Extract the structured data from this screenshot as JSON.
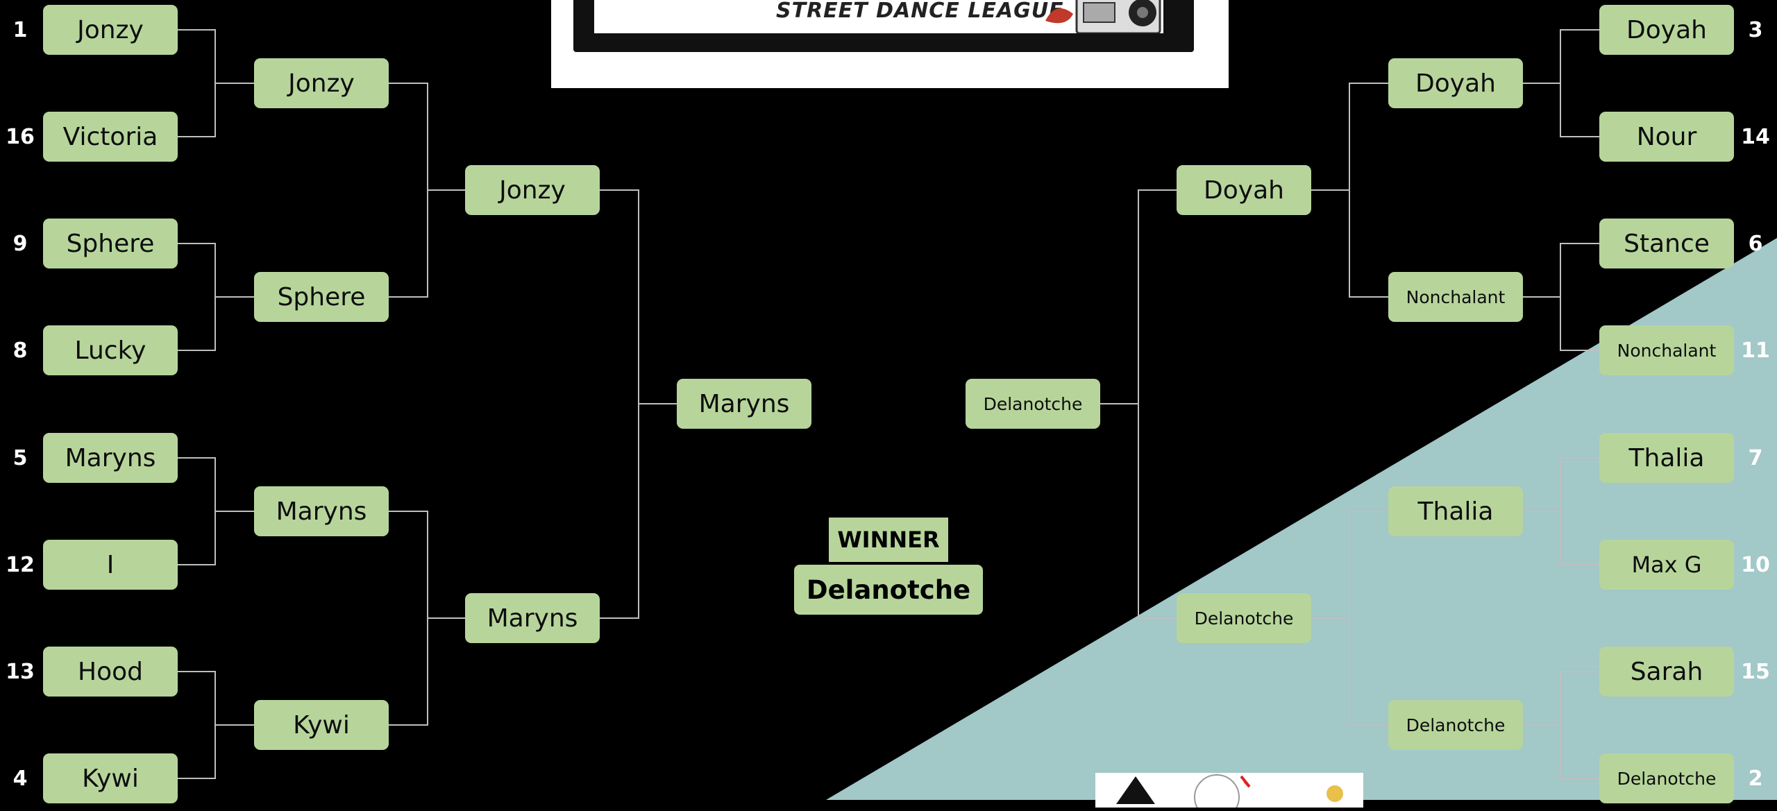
{
  "colors": {
    "background": "#000000",
    "accent": "#b7d59b",
    "diagonal": "#a2c8c8",
    "lines": "#bfbfbf"
  },
  "banner": {
    "title": "STREET DANCE LEAGUE"
  },
  "left": {
    "round1": [
      {
        "seed": "1",
        "name": "Jonzy"
      },
      {
        "seed": "16",
        "name": "Victoria"
      },
      {
        "seed": "9",
        "name": "Sphere"
      },
      {
        "seed": "8",
        "name": "Lucky"
      },
      {
        "seed": "5",
        "name": "Maryns"
      },
      {
        "seed": "12",
        "name": "I"
      },
      {
        "seed": "13",
        "name": "Hood"
      },
      {
        "seed": "4",
        "name": "Kywi"
      }
    ],
    "round2": [
      "Jonzy",
      "Sphere",
      "Maryns",
      "Kywi"
    ],
    "round3": [
      "Jonzy",
      "Maryns"
    ],
    "semi": "Maryns"
  },
  "right": {
    "round1": [
      {
        "seed": "3",
        "name": "Doyah"
      },
      {
        "seed": "14",
        "name": "Nour"
      },
      {
        "seed": "6",
        "name": "Stance"
      },
      {
        "seed": "11",
        "name": "Nonchalant"
      },
      {
        "seed": "7",
        "name": "Thalia"
      },
      {
        "seed": "10",
        "name": "Max G"
      },
      {
        "seed": "15",
        "name": "Sarah"
      },
      {
        "seed": "2",
        "name": "Delanotche"
      }
    ],
    "round2": [
      "Doyah",
      "Nonchalant",
      "Thalia",
      "Delanotche"
    ],
    "round3": [
      "Doyah",
      "Delanotche"
    ],
    "semi": "Delanotche"
  },
  "winner": {
    "label": "WINNER",
    "name": "Delanotche"
  }
}
